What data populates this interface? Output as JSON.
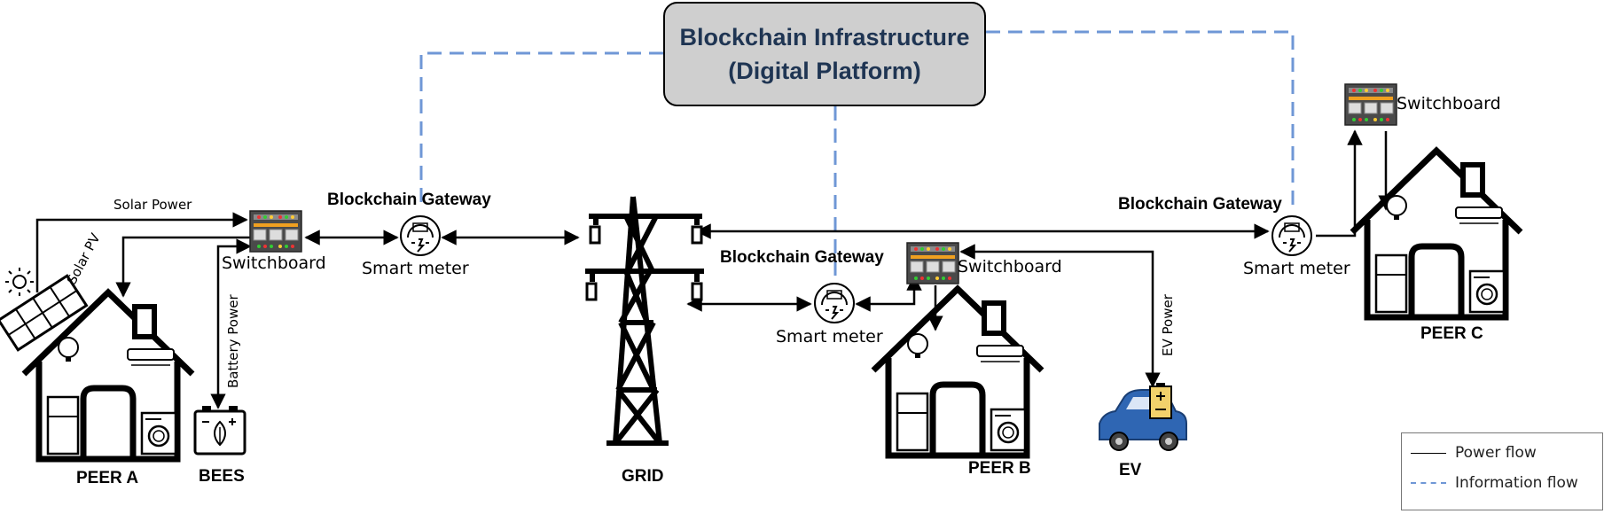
{
  "title": {
    "line1": "Blockchain Infrastructure",
    "line2": "(Digital Platform)"
  },
  "peers": {
    "a": "PEER A",
    "b": "PEER B",
    "c": "PEER C"
  },
  "nodes": {
    "bees": "BEES",
    "grid": "GRID",
    "ev": "EV"
  },
  "labels": {
    "solar_power": "Solar Power",
    "solar_pv": "Solar PV",
    "battery_power": "Battery Power",
    "ev_power": "EV Power",
    "switchboard": "Switchboard",
    "smart_meter": "Smart meter",
    "blockchain_gateway": "Blockchain Gateway"
  },
  "legend": {
    "power_flow": "Power flow",
    "information_flow": "Information flow"
  },
  "colors": {
    "information_flow": "#6f97d6",
    "power_flow": "#000000",
    "platform_fill": "#cfcfcf",
    "title_text": "#1f3553",
    "car": "#2f66b3",
    "battery_ev": "#f2d16b"
  }
}
